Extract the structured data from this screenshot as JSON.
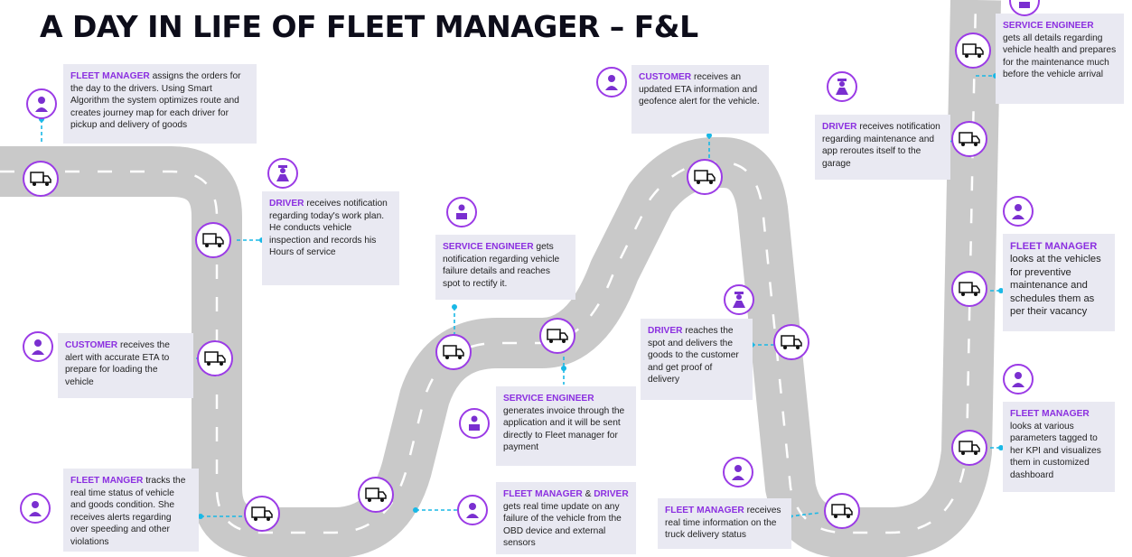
{
  "title": "A DAY IN LIFE OF FLEET MANAGER – F&L",
  "colors": {
    "accent": "#8b2fe0",
    "connector": "#19b8e6",
    "road": "#c9c9c9",
    "box_bg": "#e9e9f2"
  },
  "steps": [
    {
      "role": "FLEET MANAGER",
      "text": " assigns the orders for the day to the drivers. Using Smart Algorithm the system optimizes route and creates journey map for each driver for pickup and delivery of goods",
      "icon": "fleet-manager-icon"
    },
    {
      "role": "DRIVER",
      "text": " receives notification regarding today's work plan. He conducts vehicle inspection and records his Hours of service",
      "icon": "driver-icon"
    },
    {
      "role": "CUSTOMER",
      "text": " receives the alert with accurate ETA to prepare for loading the vehicle",
      "icon": "customer-icon"
    },
    {
      "role": "FLEET MANGER",
      "text": " tracks the real time status of vehicle and goods condition. She receives alerts regarding over speeding and other violations",
      "icon": "fleet-manager-icon"
    },
    {
      "role": "SERVICE ENGINEER",
      "text": " gets notification regarding vehicle failure details and reaches spot to rectify it.",
      "icon": "service-engineer-icon"
    },
    {
      "role": "SERVICE ENGINEER",
      "text": "generates invoice through the application and it will be sent directly to Fleet manager for payment",
      "icon": "service-engineer-icon"
    },
    {
      "role": "FLEET MANAGER",
      "amp": " & ",
      "role2": "DRIVER",
      "text": " gets real time update on any failure of the vehicle from the OBD device and external sensors",
      "icon": "fleet-manager-icon"
    },
    {
      "role": "CUSTOMER",
      "text": " receives an updated ETA information and geofence alert for the vehicle.",
      "icon": "customer-icon"
    },
    {
      "role": "DRIVER",
      "text": " reaches the spot and delivers the goods to the customer and get proof of delivery",
      "icon": "driver-icon"
    },
    {
      "role": "FLEET MANAGER",
      "text": " receives real time information on the truck delivery status",
      "icon": "fleet-manager-icon"
    },
    {
      "role": "DRIVER",
      "text": " receives notification regarding maintenance and app reroutes itself to the garage",
      "icon": "driver-icon"
    },
    {
      "role": "SERVICE ENGINEER",
      "text": "gets all details regarding vehicle health and prepares for the maintenance much before the vehicle arrival",
      "icon": "service-engineer-icon"
    },
    {
      "role": "FLEET MANAGER",
      "text": "looks at the vehicles for preventive maintenance and schedules them as per their vacancy",
      "icon": "fleet-manager-icon"
    },
    {
      "role": "FLEET MANAGER",
      "text": "looks at various parameters tagged to her KPI and visualizes them in customized dashboard",
      "icon": "fleet-manager-icon"
    }
  ]
}
